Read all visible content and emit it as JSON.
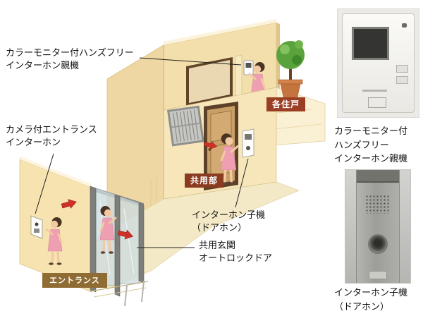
{
  "diagram": {
    "callouts": {
      "monitor_parent": "カラーモニター付ハンズフリー\nインターホン親機",
      "camera_entrance": "カメラ付エントランス\nインターホン",
      "doorphone": "インターホン子機\n（ドアホン）",
      "autolock_door": "共用玄関\nオートロックドア"
    },
    "areas": {
      "unit": "各住戸",
      "common": "共用部",
      "entrance": "エントランス"
    },
    "colors": {
      "badge_unit": "#9b3f24",
      "badge_common": "#8a3b20",
      "badge_entrance": "#8f6c33",
      "arrow_red": "#cf3126",
      "wall_cream": "#f5e3b2"
    }
  },
  "photos": {
    "monitor": {
      "caption": "カラーモニター付\nハンズフリー\nインターホン親機"
    },
    "doorphone": {
      "caption": "インターホン子機\n（ドアホン）"
    }
  }
}
